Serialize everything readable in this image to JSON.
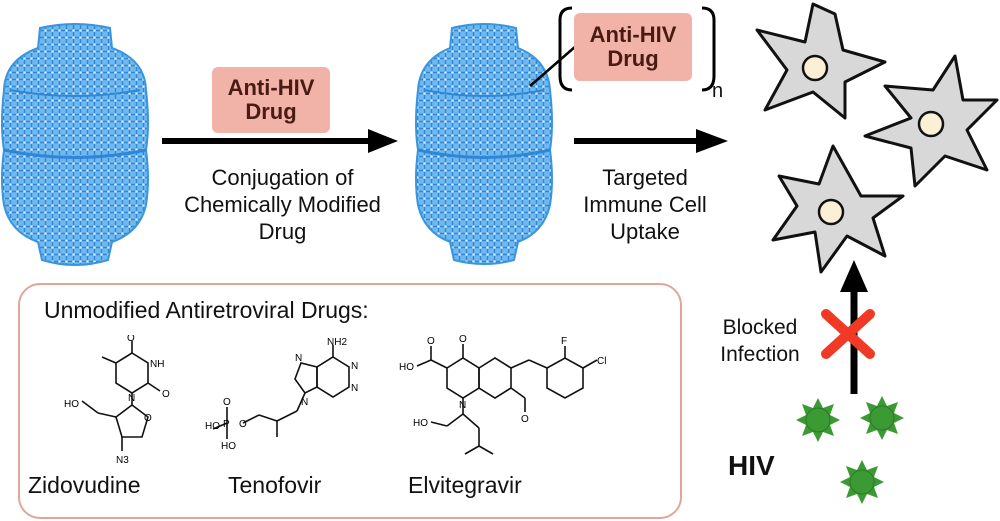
{
  "drug_label_line1": "Anti-HIV",
  "drug_label_line2": "Drug",
  "bracket_subscript": "n",
  "conjugation_caption": [
    "Conjugation of",
    "Chemically Modified",
    "Drug"
  ],
  "uptake_caption": [
    "Targeted",
    "Immune Cell",
    "Uptake"
  ],
  "blocked_caption": [
    "Blocked",
    "Infection"
  ],
  "virus_label": "HIV",
  "panel": {
    "title": "Unmodified Antiretroviral Drugs:",
    "drugs": [
      "Zidovudine",
      "Tenofovir",
      "Elvitegravir"
    ]
  },
  "atom_labels": {
    "zidovudine": [
      "O",
      "NH",
      "N",
      "O",
      "HO",
      "O",
      "N3"
    ],
    "tenofovir": [
      "NH2",
      "N",
      "N",
      "N",
      "N",
      "HO",
      "P",
      "HO",
      "O",
      "O"
    ],
    "elvitegravir": [
      "HO",
      "O",
      "O",
      "F",
      "Cl",
      "N",
      "HO",
      "O"
    ]
  },
  "colors": {
    "capsid": "#4aa3e8",
    "drug_box": "#f1b3a8",
    "panel_border": "#e2a59c",
    "cell_fill": "#d8d8d8",
    "nucleus_fill": "#fbf0d6",
    "virus": "#3c9a34",
    "block_x": "#f03a26",
    "arrow": "#000000"
  }
}
